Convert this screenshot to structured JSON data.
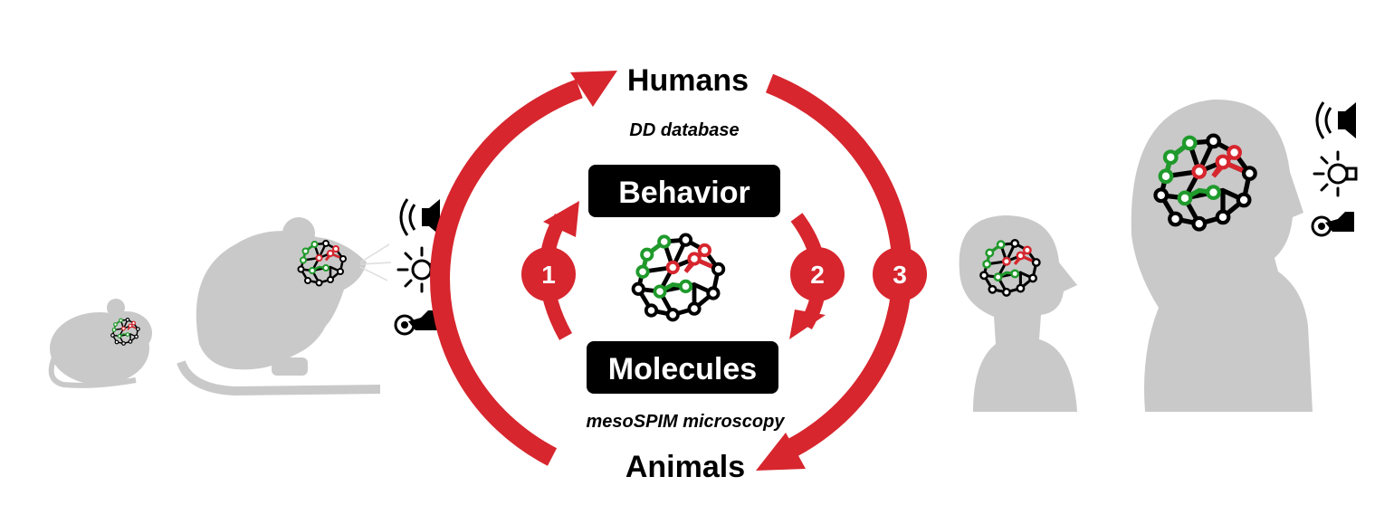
{
  "colors": {
    "accent_red": "#d7262e",
    "silhouette_gray": "#c9c9c9",
    "network_green": "#1f9a2b",
    "network_red": "#d7262e",
    "box_black": "#000000"
  },
  "cycle": {
    "top_label": "Humans",
    "top_sublabel": "DD database",
    "bottom_label": "Animals",
    "bottom_sublabel": "mesoSPIM microscopy"
  },
  "boxes": {
    "behavior": "Behavior",
    "molecules": "Molecules"
  },
  "steps": [
    "1",
    "2",
    "3"
  ],
  "stimuli_icons": [
    "speaker-icon",
    "lightbulb-icon",
    "touch-hand-icon"
  ]
}
